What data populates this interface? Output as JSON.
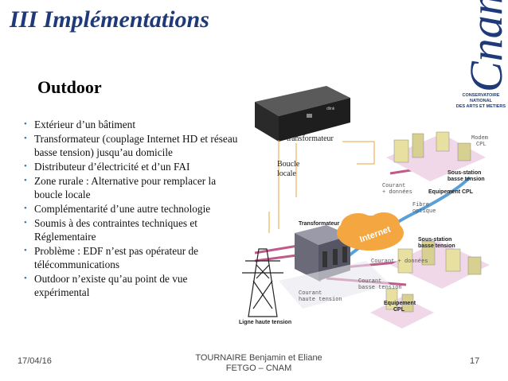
{
  "slide": {
    "title": "III Implémentations",
    "subtitle": "Outdoor",
    "bullets": [
      "Extérieur d’un bâtiment",
      "Transformateur (couplage Internet HD et réseau basse tension) jusqu’au domicile",
      "Distributeur d’électricité et d’un FAI",
      "Zone rurale : Alternative pour remplacer la boucle locale",
      "Complémentarité d’une autre technologie",
      "Soumis à des contraintes techniques et Réglementaire",
      "Problème  : EDF n’est pas opérateur de télécommunications",
      "Outdoor n’existe qu’au point de vue expérimental"
    ]
  },
  "logo": {
    "brand": "Cnam",
    "caption_line1": "CONSERVATOIRE NATIONAL",
    "caption_line2": "DES ARTS ET METIERS"
  },
  "diagram": {
    "annotation_transformateur": "transformateur",
    "annotation_boucle_line1": "Boucle",
    "annotation_boucle_line2": "locale",
    "device_label": "dlink",
    "label_transformateur": "Transformateur",
    "label_internet": "Internet",
    "label_ligne_haute_tension": "Ligne haute tension",
    "label_sous_station_top_1": "Sous-station",
    "label_sous_station_top_2": "basse tension",
    "label_sous_station_mid_1": "Sous-station",
    "label_sous_station_mid_2": "basse tension",
    "label_equipement_cpl_top": "Equipement CPL",
    "label_equipement_bottom_1": "Equipement",
    "label_equipement_bottom_2": "CPL",
    "label_modem_1": "Modem",
    "label_modem_2": "CPL",
    "label_courant_donnees_top_1": "Courant",
    "label_courant_donnees_top_2": "+ données",
    "label_fibre_1": "Fibre",
    "label_fibre_2": "optique",
    "label_courant_donnees_mid": "Courant + données",
    "label_courant_bt_1": "Courant",
    "label_courant_bt_2": "basse tension",
    "label_courant_ht_1": "Courant",
    "label_courant_ht_2": "haute tension",
    "colors": {
      "line_annotation": "#e8a33c",
      "fibre": "#5aa0d8",
      "power": "#c05a8a",
      "building": "#e8e0a0",
      "ground": "#f0d8e8"
    }
  },
  "footer": {
    "date": "17/04/16",
    "author_line1": "TOURNAIRE Benjamin et Eliane",
    "author_line2": "FETGO – CNAM",
    "page": "17"
  }
}
